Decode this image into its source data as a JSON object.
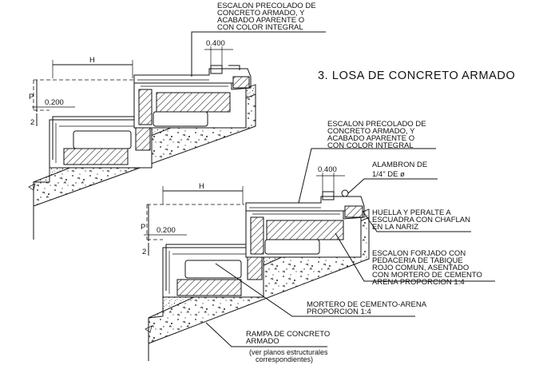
{
  "title": "3. LOSA DE CONCRETO ARMADO",
  "top_detail": {
    "escalon_note": [
      "ESCALON PRECOLADO DE",
      "CONCRETO ARMADO, Y",
      "ACABADO APARENTE O",
      "CON COLOR INTEGRAL"
    ],
    "dim_nose": "0.400",
    "dim_h": "H",
    "dim_p": "P",
    "dim_riser": "0.200",
    "dim_two": "2"
  },
  "bottom_detail": {
    "escalon_note": [
      "ESCALON PRECOLADO DE",
      "CONCRETO ARMADO, Y",
      "ACABADO APARENTE O",
      "CON COLOR INTEGRAL"
    ],
    "alambron_note": [
      "ALAMBRON DE",
      "1/4\" DE ø"
    ],
    "huella_note": [
      "HUELLA Y PERALTE A",
      "ESCUADRA CON CHAFLAN",
      "EN LA NARIZ"
    ],
    "escalon_forjado_note": [
      "ESCALON FORJADO CON",
      "PEDACERIA DE TABIQUE",
      "ROJO COMUN, ASENTADO",
      "CON MORTERO DE CEMENTO",
      "ARENA PROPORCION 1:4"
    ],
    "mortero_note": [
      "MORTERO DE CEMENTO-ARENA",
      "PROPORCION 1:4"
    ],
    "rampa_note": [
      "RAMPA DE CONCRETO",
      "ARMADO"
    ],
    "ver_note": [
      "(ver planos estructurales",
      "correspondientes)"
    ],
    "dim_nose": "0.400",
    "dim_h": "H",
    "dim_p": "P",
    "dim_riser": "0.200",
    "dim_two": "2"
  }
}
